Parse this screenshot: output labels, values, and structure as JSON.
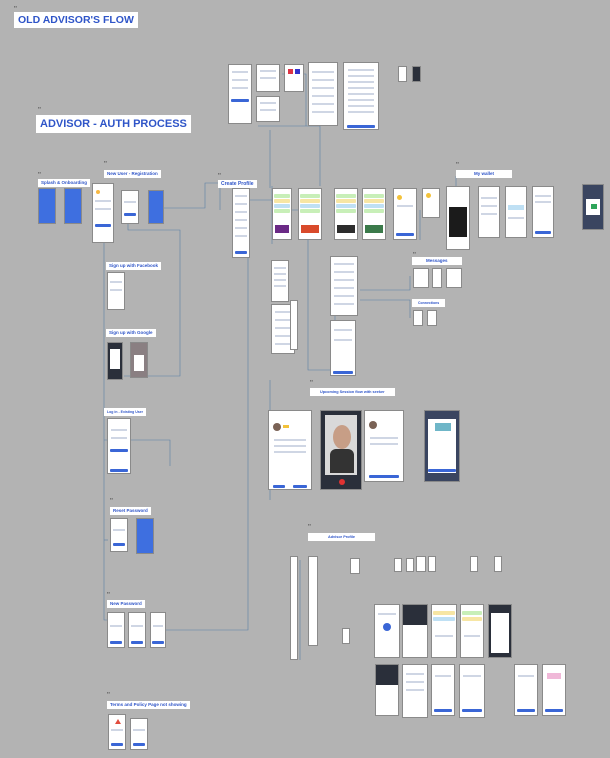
{
  "board": {
    "title": "OLD ADVISOR'S FLOW",
    "subtitle": "ADVISOR - AUTH PROCESS"
  },
  "sections": {
    "splash": "Splash & Onboarding",
    "new_user": "New User - Registration",
    "create_profile": "Create Profile",
    "facebook": "Sign up with Facebook",
    "google": "Sign up with Google",
    "login": "Log in - Existing User",
    "reset": "Reset Password",
    "new_password": "New Password",
    "terms": "Terms and Policy Page not showing",
    "wallet": "My wallet",
    "messages": "Messages",
    "connections": "Connections",
    "upcoming": "Upcoming Session flow with seeker",
    "advisor_profile": "Advisor Profile"
  },
  "colors": {
    "board": "#b3b3b3",
    "accent": "#2f55c8",
    "wire": "#5a7fa5",
    "card_green": "#c8efb8",
    "card_yellow": "#f7e6a4",
    "card_blue": "#bfe0f4"
  }
}
